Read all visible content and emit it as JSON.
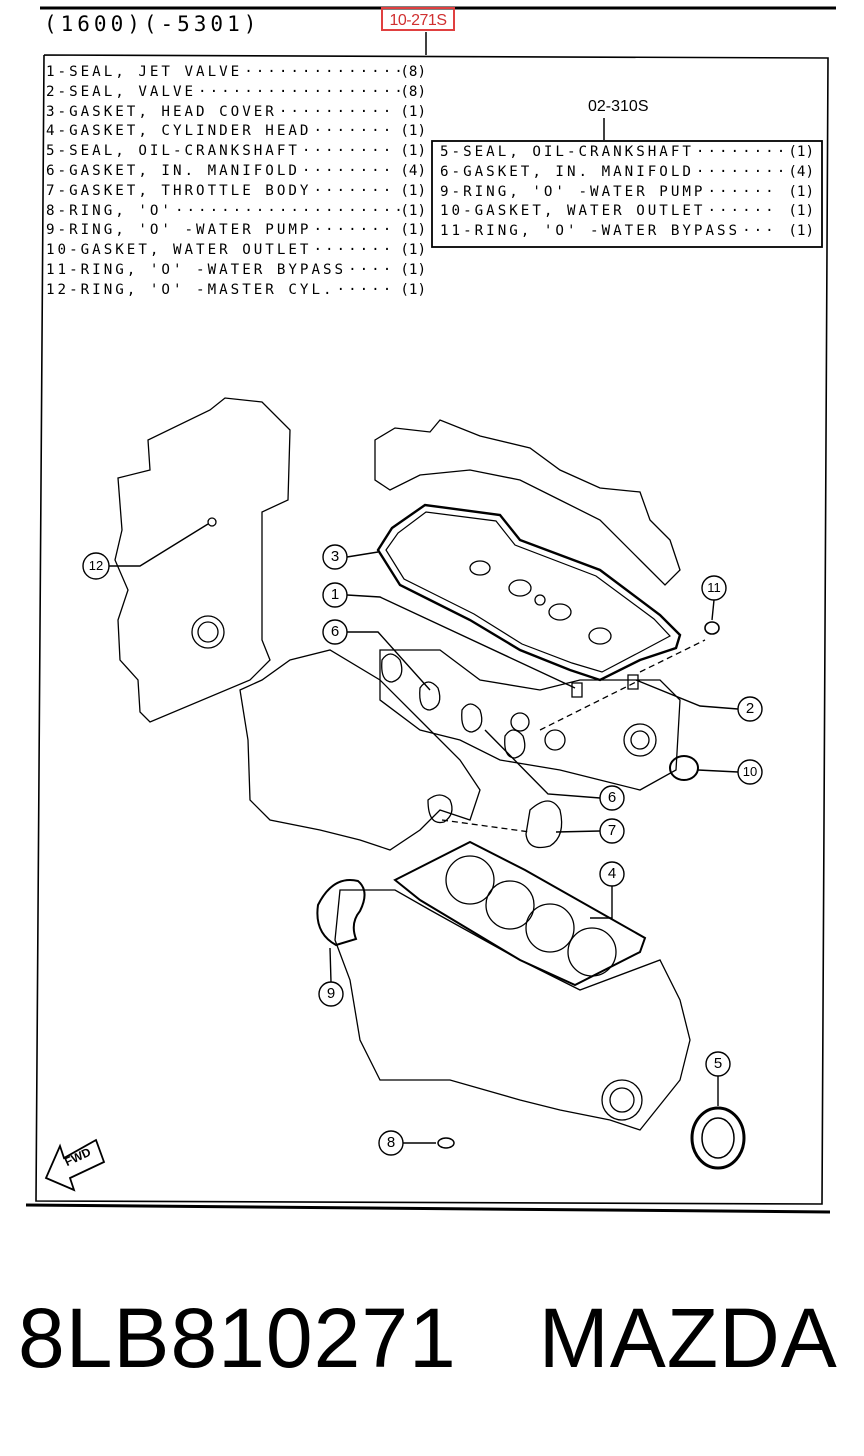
{
  "header": {
    "range": "(1600)(-5301)",
    "part_number": "10-271S"
  },
  "parts_list": [
    {
      "no": "1",
      "name": "SEAL, JET VALVE",
      "qty": "(8)"
    },
    {
      "no": "2",
      "name": "SEAL, VALVE",
      "qty": "(8)"
    },
    {
      "no": "3",
      "name": "GASKET, HEAD COVER",
      "qty": "(1)"
    },
    {
      "no": "4",
      "name": "GASKET, CYLINDER HEAD",
      "qty": "(1)"
    },
    {
      "no": "5",
      "name": "SEAL, OIL-CRANKSHAFT",
      "qty": "(1)"
    },
    {
      "no": "6",
      "name": "GASKET, IN. MANIFOLD",
      "qty": "(4)"
    },
    {
      "no": "7",
      "name": "GASKET, THROTTLE BODY",
      "qty": "(1)"
    },
    {
      "no": "8",
      "name": "RING, 'O'",
      "qty": "(1)"
    },
    {
      "no": "9",
      "name": "RING, 'O' -WATER PUMP",
      "qty": "(1)"
    },
    {
      "no": "10",
      "name": "GASKET, WATER OUTLET",
      "qty": "(1)"
    },
    {
      "no": "11",
      "name": "RING, 'O' -WATER BYPASS",
      "qty": "(1)"
    },
    {
      "no": "12",
      "name": "RING, 'O' -MASTER CYL.",
      "qty": "(1)"
    }
  ],
  "sub_kit": {
    "code": "02-310S",
    "items": [
      {
        "no": "5",
        "name": "SEAL, OIL-CRANKSHAFT",
        "qty": "(1)"
      },
      {
        "no": "6",
        "name": "GASKET, IN. MANIFOLD",
        "qty": "(4)"
      },
      {
        "no": "9",
        "name": "RING, 'O' -WATER PUMP",
        "qty": "(1)"
      },
      {
        "no": "10",
        "name": "GASKET, WATER OUTLET",
        "qty": "(1)"
      },
      {
        "no": "11",
        "name": "RING, 'O' -WATER BYPASS",
        "qty": "(1)"
      }
    ]
  },
  "callouts": [
    "1",
    "2",
    "3",
    "4",
    "5",
    "6",
    "6",
    "7",
    "8",
    "9",
    "10",
    "11",
    "12"
  ],
  "fwd_label": "FWD",
  "footer": {
    "part_code": "8LB810271",
    "brand": "MAZDA"
  }
}
